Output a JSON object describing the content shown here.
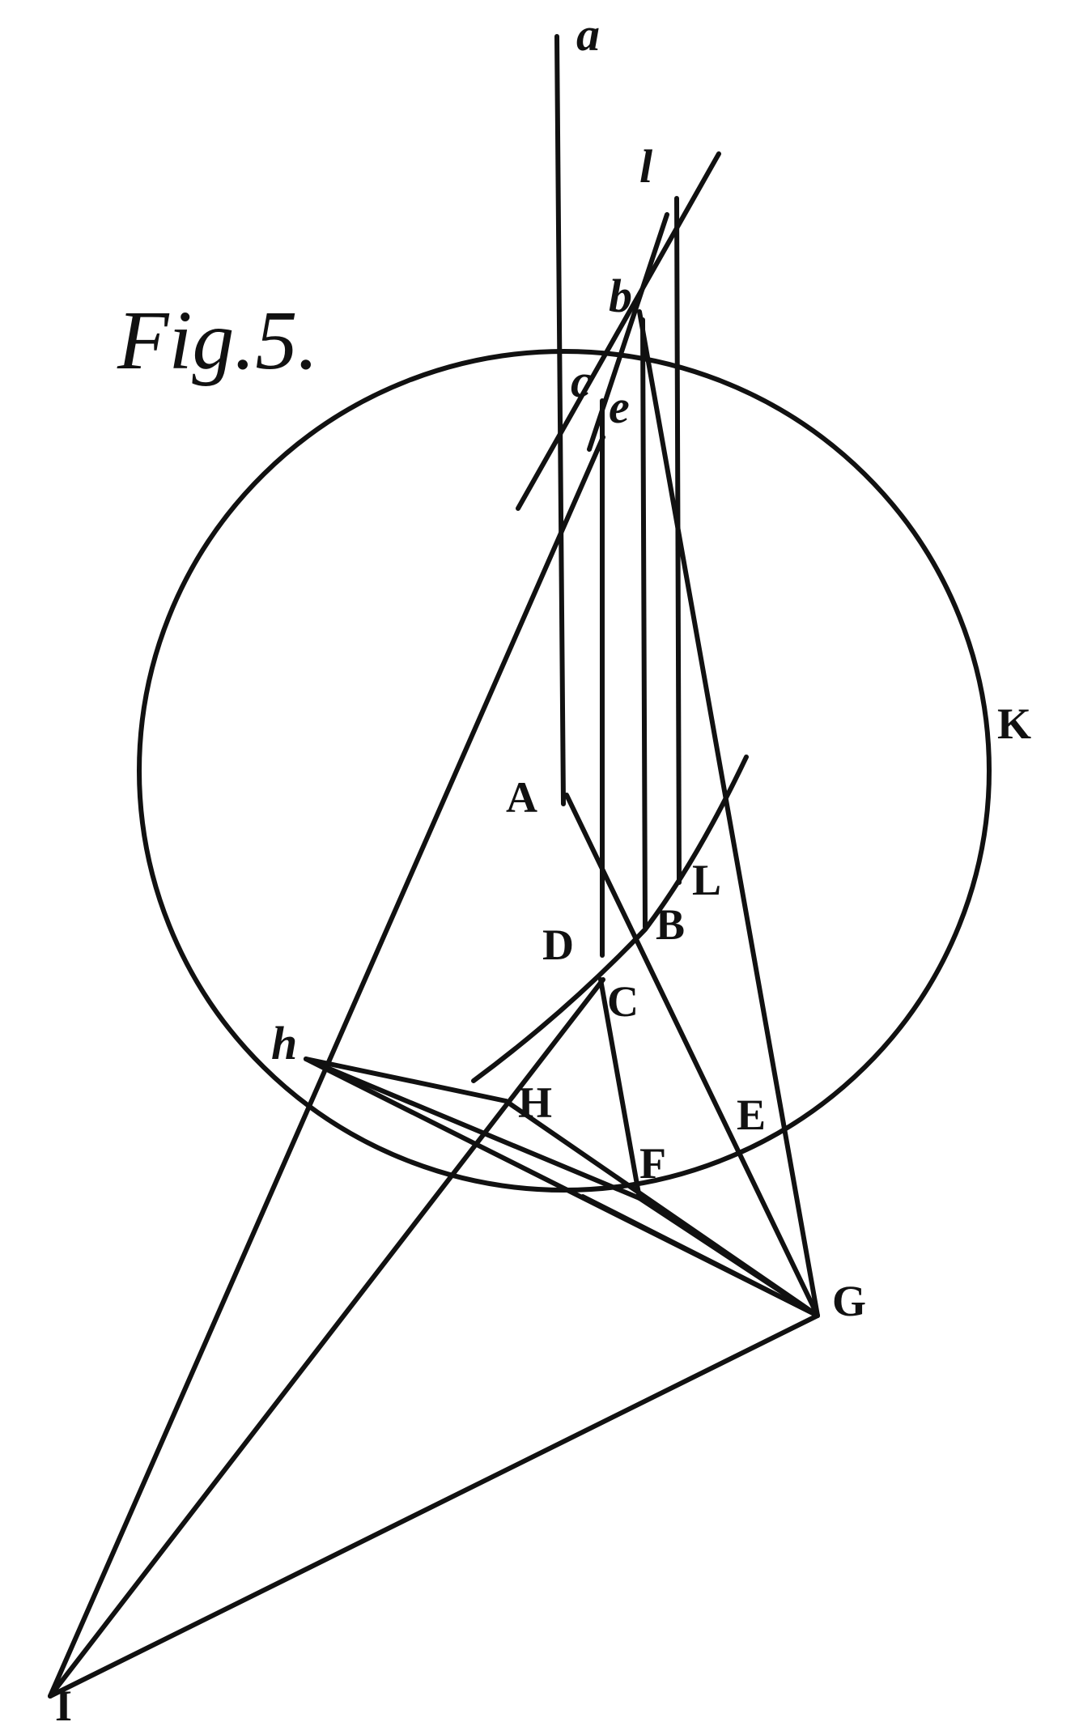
{
  "figure": {
    "title": "Fig.5.",
    "labels": {
      "a": "a",
      "l": "l",
      "b": "b",
      "c_top": "c",
      "e": "e",
      "K": "K",
      "A": "A",
      "L": "L",
      "D": "D",
      "B": "B",
      "C": "C",
      "h": "h",
      "H": "H",
      "E": "E",
      "F": "F",
      "G": "G",
      "I": "I"
    }
  }
}
